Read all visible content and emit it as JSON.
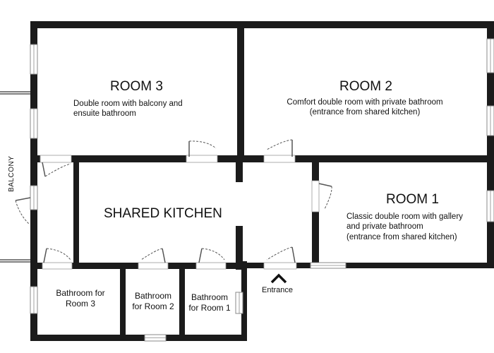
{
  "rooms": {
    "room3": {
      "title": "ROOM 3",
      "desc_line1": "Double room with balcony and",
      "desc_line2": "ensuite bathroom"
    },
    "room2": {
      "title": "ROOM 2",
      "desc_line1": "Comfort double room with private bathroom",
      "desc_line2": "(entrance from shared kitchen)"
    },
    "room1": {
      "title": "ROOM 1",
      "desc_line1": "Classic double room with gallery",
      "desc_line2": "and private bathroom",
      "desc_line3": "(entrance from shared kitchen)"
    },
    "kitchen": {
      "title": "SHARED KITCHEN"
    }
  },
  "bathrooms": {
    "bath3": {
      "line1": "Bathroom for",
      "line2": "Room 3"
    },
    "bath2": {
      "line1": "Bathroom",
      "line2": "for Room 2"
    },
    "bath1": {
      "line1": "Bathroom",
      "line2": "for Room 1"
    }
  },
  "balcony_label": "BALCONY",
  "entrance_label": "Entrance",
  "colors": {
    "wall": "#1b1b1b",
    "window": "#ffffff",
    "door": "#555555",
    "background": "#ffffff"
  }
}
